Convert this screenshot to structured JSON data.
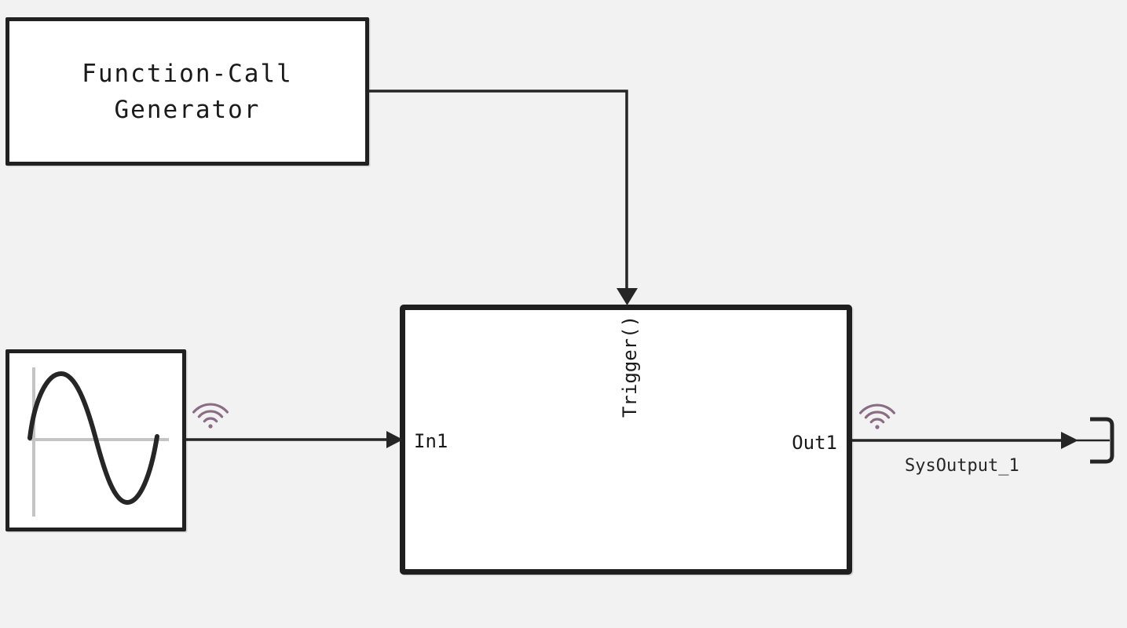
{
  "diagram": {
    "blocks": {
      "function_call_generator": {
        "label_line1": "Function-Call",
        "label_line2": "Generator"
      },
      "sine_wave": {
        "icon": "sine-wave-icon"
      },
      "subsystem": {
        "in_port_label": "In1",
        "trigger_port_label": "Trigger()",
        "out_port_label": "Out1"
      }
    },
    "labels": {
      "output_signal_name": "SysOutput_1"
    },
    "icons": {
      "signal_logging_badge": "wifi-style signal logging icon"
    },
    "colors": {
      "background": "#f2f2f2",
      "block_fill": "#ffffff",
      "block_border": "#212121",
      "wire": "#262626",
      "sine_axis": "#c4c4c4",
      "signal_logging": "#8a6d84"
    }
  }
}
